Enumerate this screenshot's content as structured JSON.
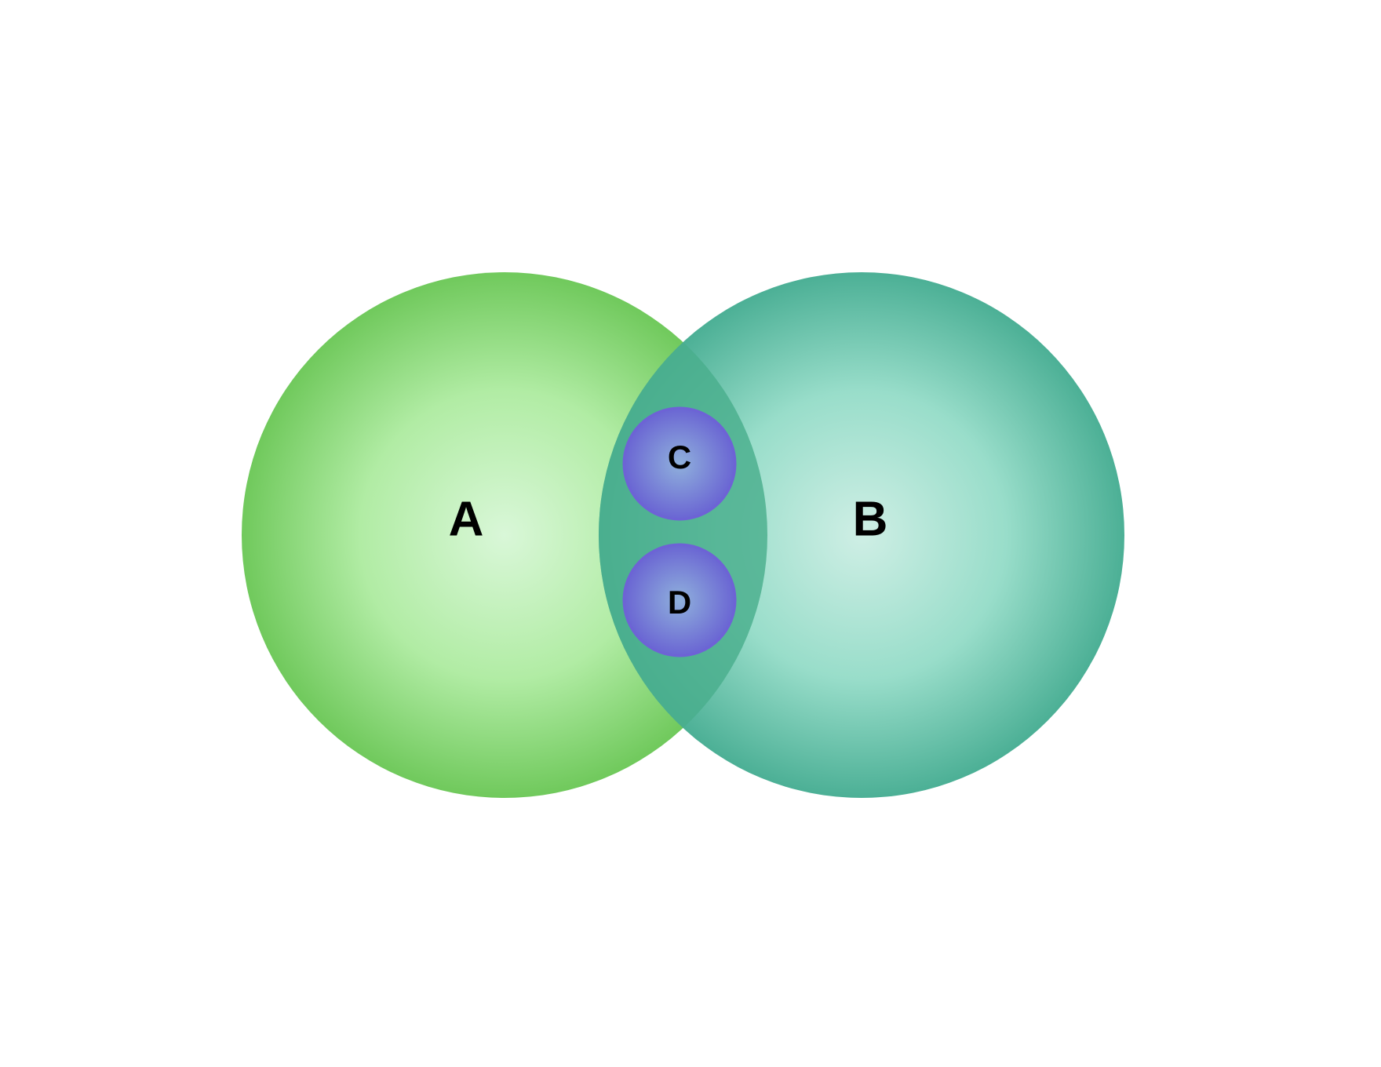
{
  "diagram": {
    "type": "venn",
    "sets": [
      {
        "id": "A",
        "label": "A",
        "color_center": "#d9f7d8",
        "color_edge": "#70c95c"
      },
      {
        "id": "B",
        "label": "B",
        "color_center": "#cdeee4",
        "color_edge": "#46ad92"
      }
    ],
    "inner_elements": [
      {
        "id": "C",
        "label": "C",
        "in_sets": [
          "A",
          "B"
        ],
        "color_center": "#8fb0dc",
        "color_edge": "#6a65d3"
      },
      {
        "id": "D",
        "label": "D",
        "in_sets": [
          "A",
          "B"
        ],
        "color_center": "#8fb0dc",
        "color_edge": "#6a65d3"
      }
    ],
    "overlap_color": "#4aae8e",
    "background": "#ffffff"
  }
}
